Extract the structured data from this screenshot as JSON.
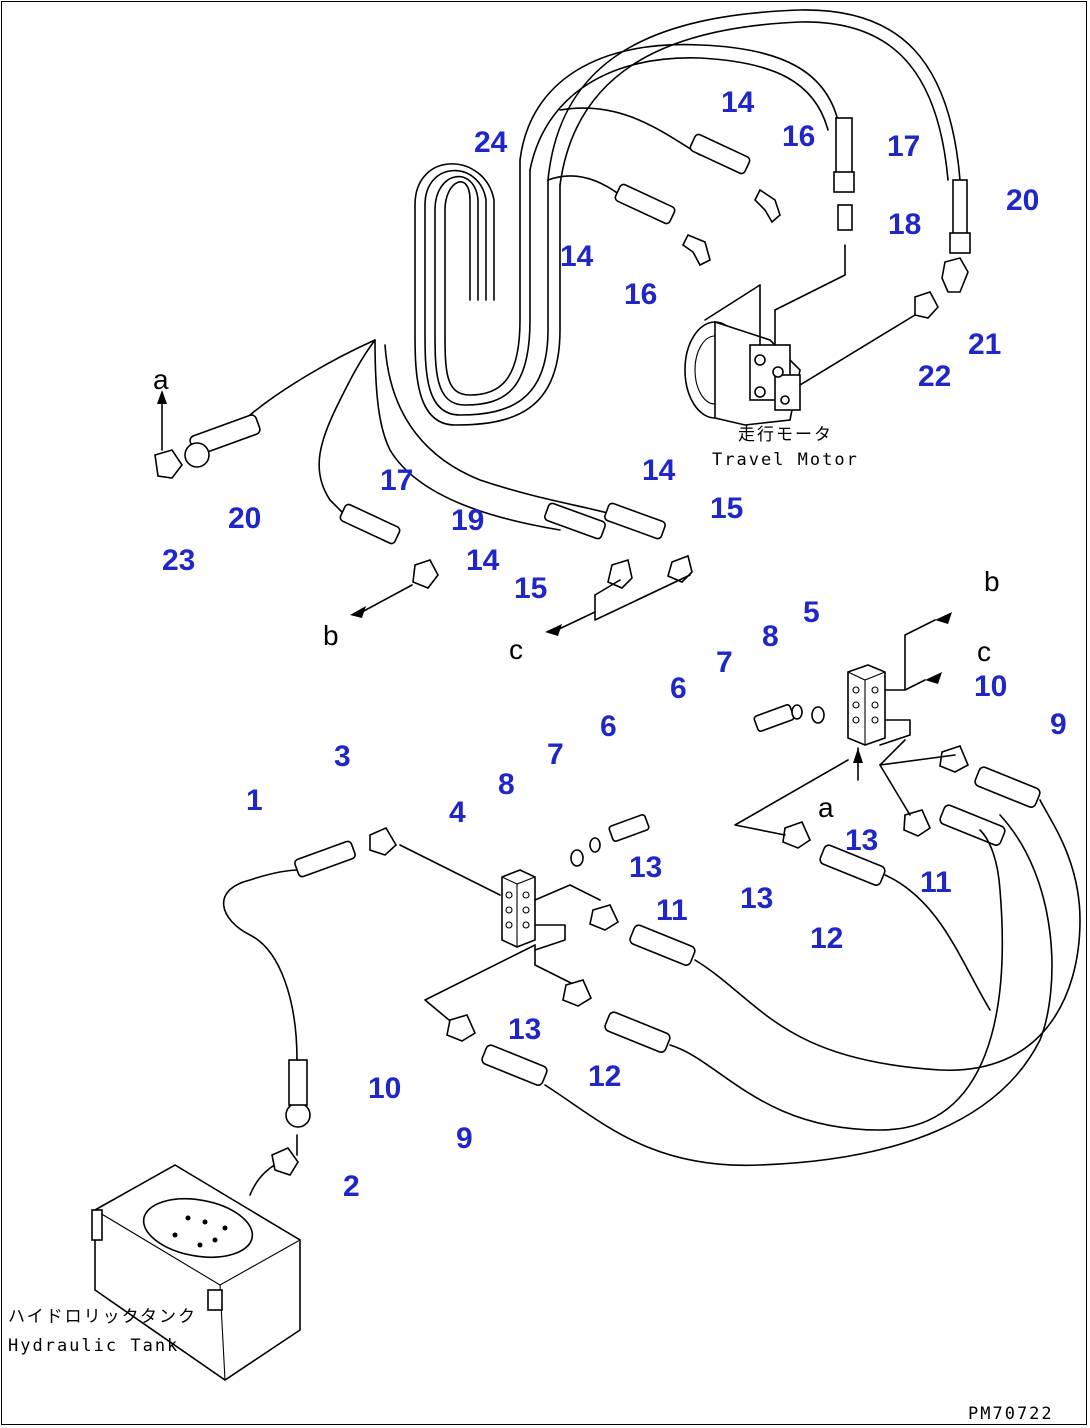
{
  "callouts": {
    "c1": "1",
    "c2": "2",
    "c3": "3",
    "c4": "4",
    "c5": "5",
    "c6a": "6",
    "c6b": "6",
    "c7a": "7",
    "c7b": "7",
    "c8a": "8",
    "c8b": "8",
    "c9a": "9",
    "c9b": "9",
    "c10a": "10",
    "c10b": "10",
    "c11a": "11",
    "c11b": "11",
    "c12a": "12",
    "c12b": "12",
    "c13a": "13",
    "c13b": "13",
    "c13c": "13",
    "c13d": "13",
    "c14a": "14",
    "c14b": "14",
    "c14c": "14",
    "c14d": "14",
    "c15a": "15",
    "c15b": "15",
    "c16a": "16",
    "c16b": "16",
    "c17a": "17",
    "c17b": "17",
    "c18": "18",
    "c19": "19",
    "c20a": "20",
    "c20b": "20",
    "c21": "21",
    "c22": "22",
    "c23": "23",
    "c24": "24"
  },
  "refs": {
    "a_top": "a",
    "a_mid": "a",
    "b_top": "b",
    "b_left": "b",
    "c_left": "c",
    "c_right": "c"
  },
  "captions": {
    "travel_motor_jp": "走行モータ",
    "travel_motor_en": "Travel Motor",
    "tank_jp": "ハイドロリックタンク",
    "tank_en": "Hydraulic Tank",
    "drawing_no": "PM70722"
  },
  "colors": {
    "callout": "#1f27c9",
    "line": "#000000",
    "background": "#ffffff"
  }
}
